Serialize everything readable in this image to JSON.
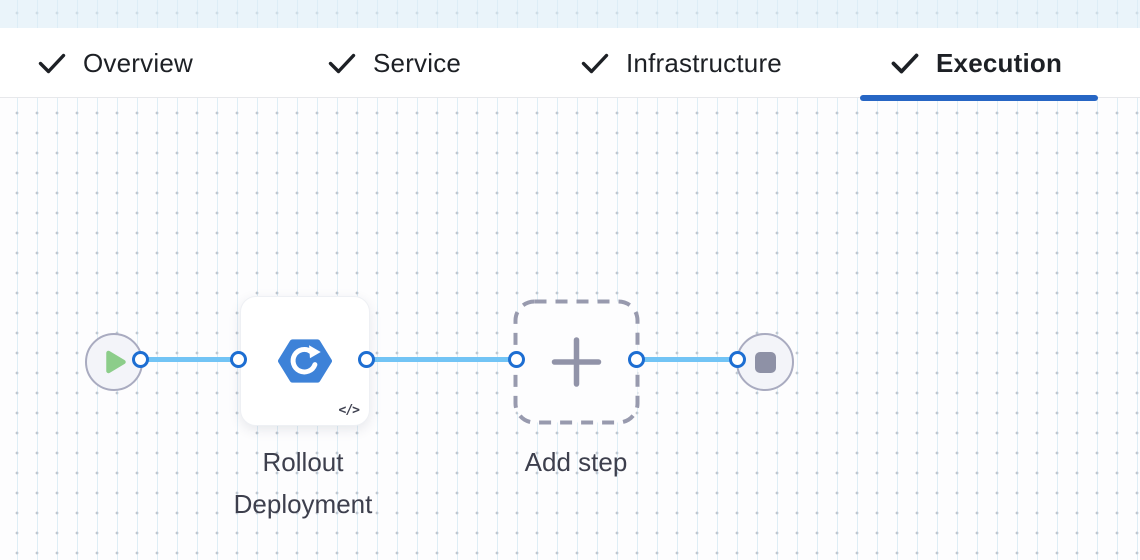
{
  "tabs": [
    {
      "label": "Overview",
      "checked": true,
      "active": false
    },
    {
      "label": "Service",
      "checked": true,
      "active": false
    },
    {
      "label": "Infrastructure",
      "checked": true,
      "active": false
    },
    {
      "label": "Execution",
      "checked": true,
      "active": true
    }
  ],
  "canvas": {
    "nodes": {
      "start": {
        "icon": "play-icon"
      },
      "step": {
        "label_line1": "Rollout",
        "label_line2": "Deployment",
        "icon": "k8s-rollout-icon",
        "badge": "</>"
      },
      "add_step": {
        "label": "Add step",
        "icon": "plus-icon"
      },
      "end": {
        "icon": "stop-icon"
      }
    }
  },
  "colors": {
    "active_tab_underline": "#2766c4",
    "connector_line": "#72c4f5",
    "port_border": "#1d6ed2",
    "step_icon_blue": "#3d82d8",
    "play_green": "#8ccd8a",
    "stop_gray": "#8e91a6",
    "dashed_border": "#989aae",
    "label_text": "#3d3f4d"
  }
}
